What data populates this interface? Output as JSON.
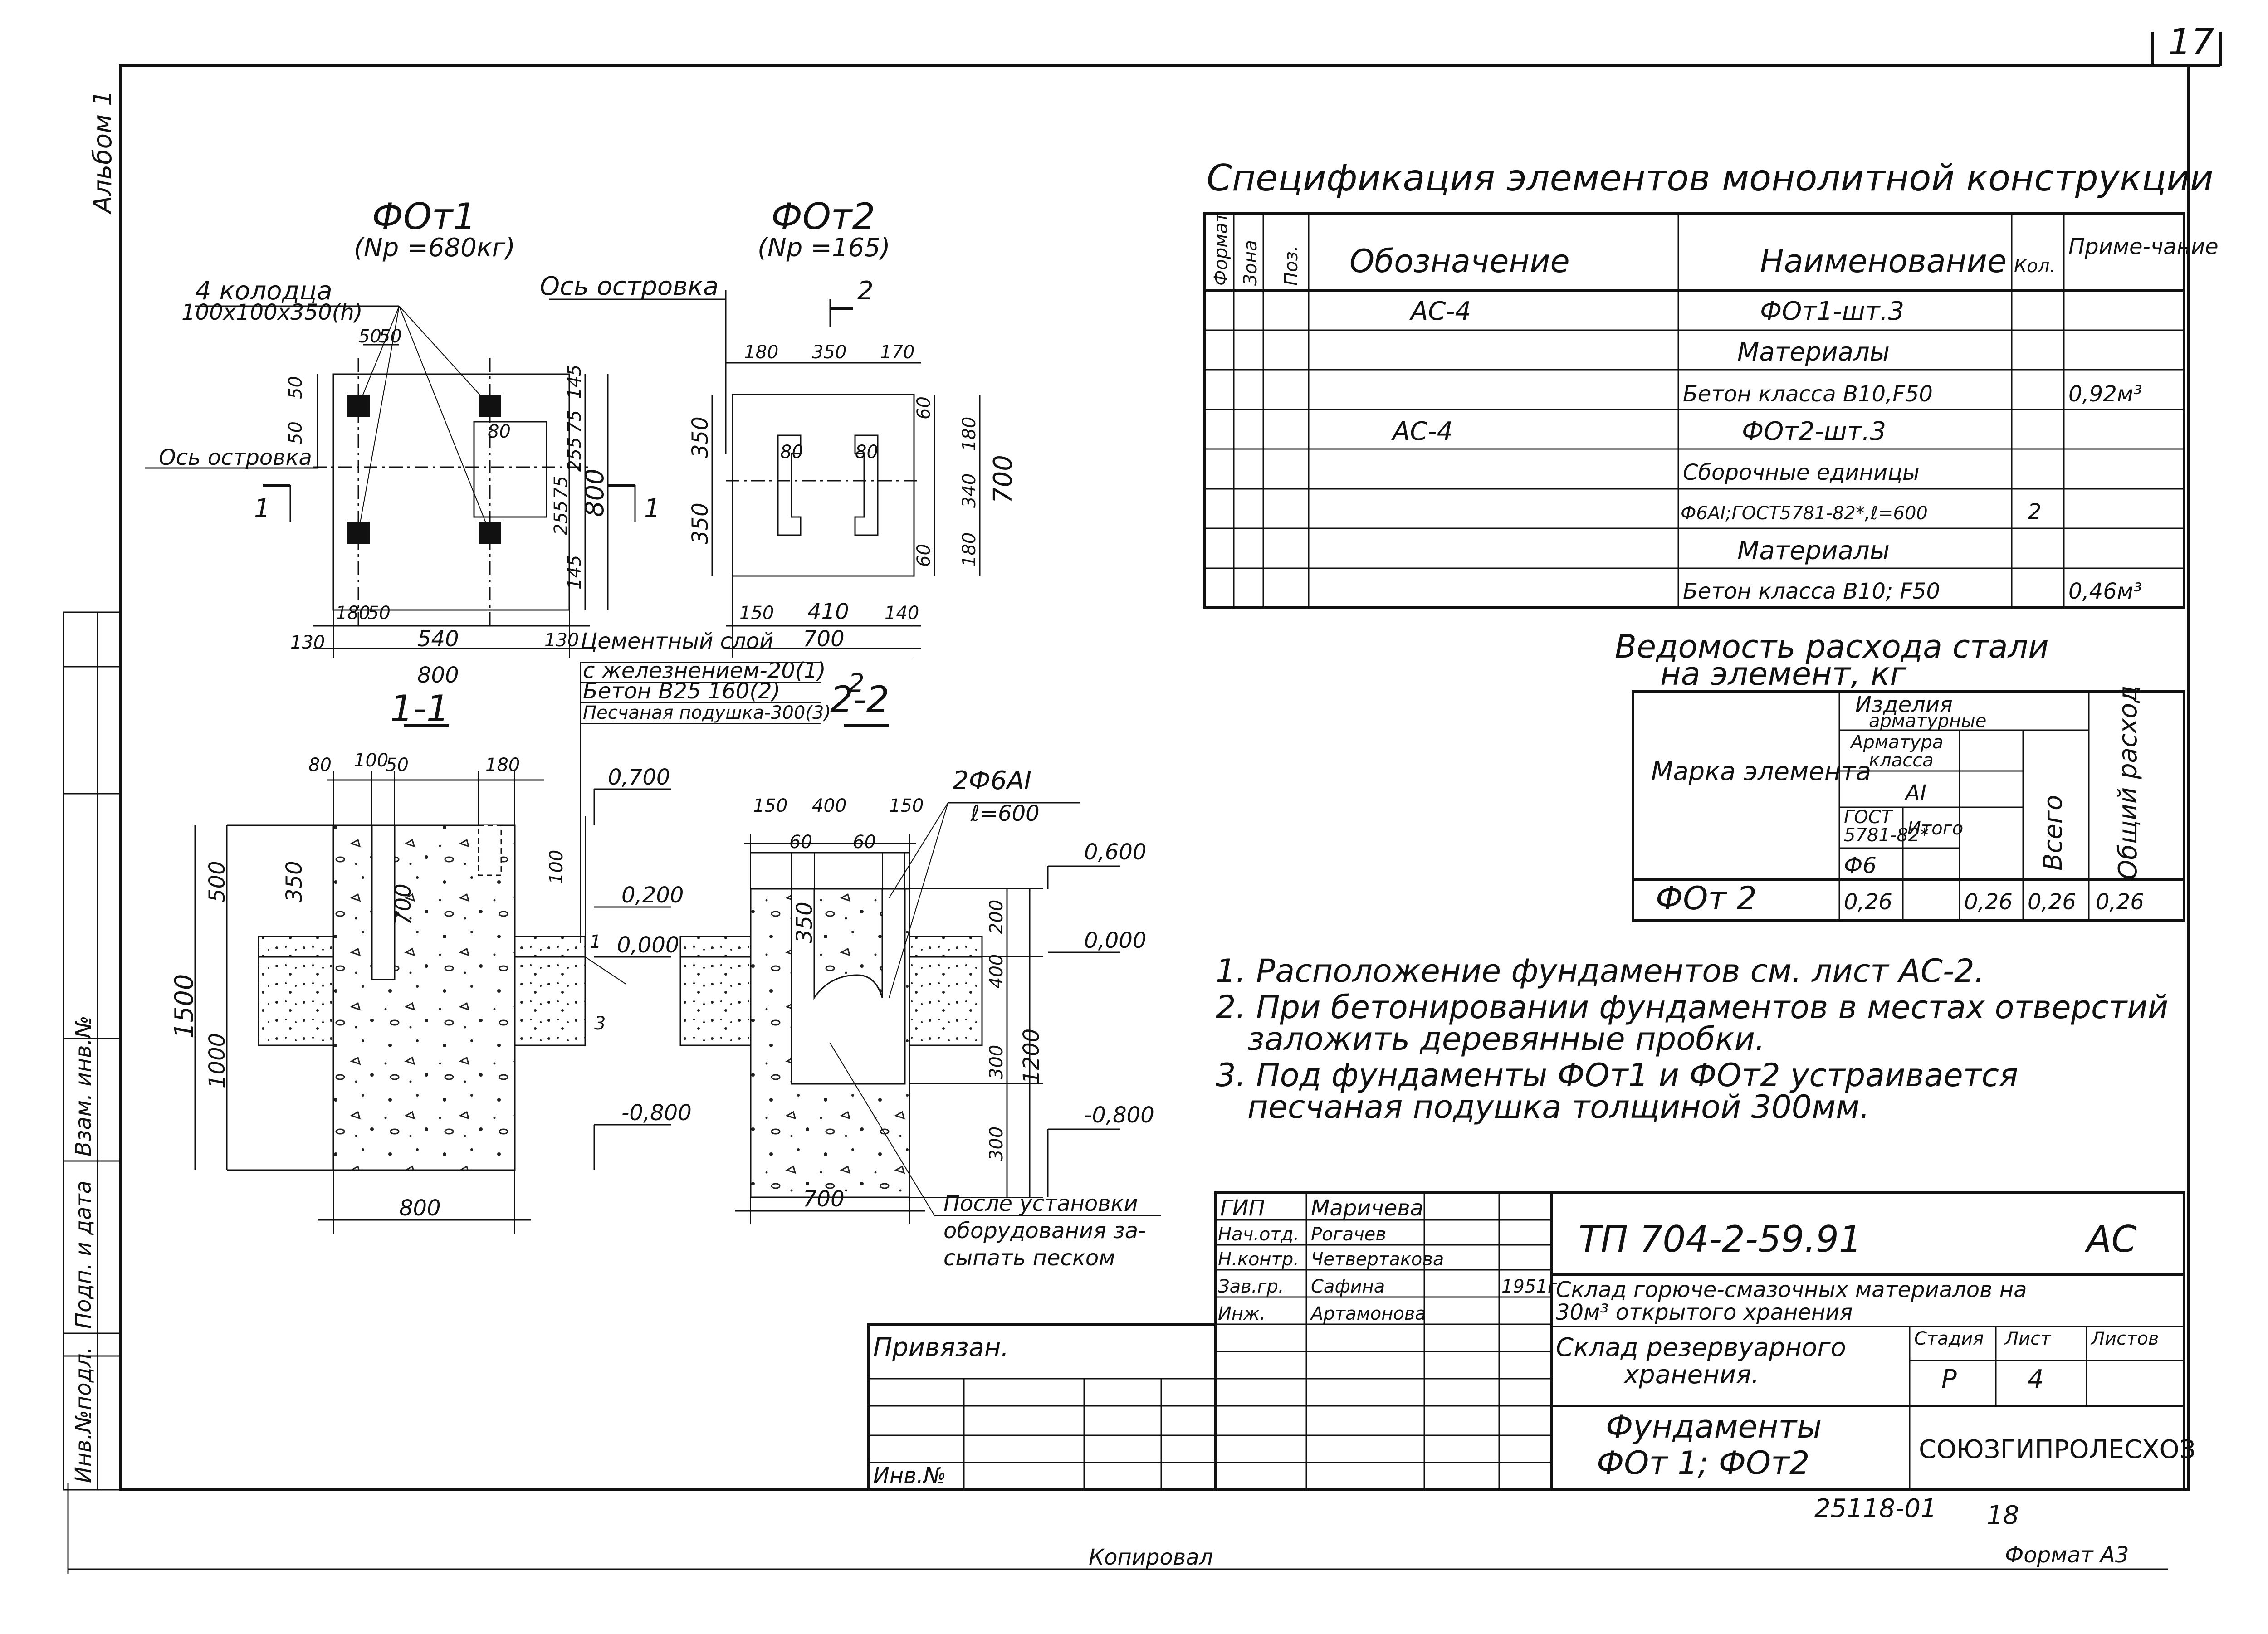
{
  "sheet": {
    "page_number": "17",
    "album_label": "Альбом 1",
    "copied_label": "Копировал",
    "format_label": "Формат А3",
    "doc_code": "25118-01",
    "doc_sheet_number": "18"
  },
  "left_stamp": {
    "cells": [
      "Инв.№подл.",
      "Подп. и дата",
      "Взам. инв.№"
    ]
  },
  "plan1": {
    "title": "ФОт1",
    "subtitle": "(Np =680кг)",
    "wells_label": "4 колодца",
    "wells_size": "100x100x350(h)",
    "axis_label": "Ось островка",
    "section_mark": "1",
    "dims": {
      "top_a": "50",
      "top_b": "50",
      "left_a": "50",
      "left_b": "50",
      "right_a": "145",
      "right_b": "75",
      "right_c": "255",
      "right_d": "255",
      "right_e": "75",
      "right_f": "145",
      "right_total": "800",
      "r80": "80",
      "bot_a": "130",
      "bot_b": "180",
      "bot_c": "50",
      "bot_d": "540",
      "bot_e": "130",
      "bot_total": "800"
    }
  },
  "plan2": {
    "title": "ФОт2",
    "subtitle": "(Np =165)",
    "axis_label": "Ось островка",
    "section_mark": "2",
    "dims": {
      "top_a": "180",
      "top_b": "350",
      "top_c": "170",
      "left_a": "350",
      "left_b": "350",
      "in_a": "80",
      "in_b": "80",
      "right_a": "60",
      "right_b": "180",
      "right_c": "340",
      "right_d": "180",
      "right_e": "60",
      "right_total": "700",
      "bot_a": "150",
      "bot_b": "410",
      "bot_c": "140",
      "bot_total": "700"
    }
  },
  "layers": {
    "line1": "Цементный слой",
    "line2": "с железнением-20(1)",
    "line3": "Бетон В25   160(2)",
    "line4": "Песчаная подушка-300(3)",
    "n1": "1",
    "n2": "2",
    "n3": "3"
  },
  "section11": {
    "title": "1-1",
    "d_top": [
      "80",
      "100",
      "50",
      "180"
    ],
    "d_350": "350",
    "d_700": "700",
    "d_100": "100",
    "d_500": "500",
    "d_1000": "1000",
    "d_1500": "1500",
    "d_bottom": "800",
    "lev_0700": "0,700",
    "lev_0200": "0,200",
    "lev_0000": "0,000",
    "lev_m0800": "-0,800"
  },
  "section22": {
    "title": "2-2",
    "d_top": [
      "150",
      "400",
      "150"
    ],
    "d_inner": [
      "60",
      "60"
    ],
    "d_350": "350",
    "d_right": [
      "200",
      "400",
      "300",
      "300"
    ],
    "d_1200": "1200",
    "d_bottom": "700",
    "rebar_label": "2Ф6АI",
    "rebar_len": "ℓ=600",
    "lev_0600": "0,600",
    "lev_0000": "0,000",
    "lev_m0800": "-0,800",
    "note_line1": "После установки",
    "note_line2": "оборудования за-",
    "note_line3": "сыпать песком"
  },
  "spec": {
    "title": "Спецификация элементов монолитной конструкции",
    "headers": [
      "Формат",
      "Зона",
      "Поз.",
      "Обозначение",
      "Наименование",
      "Кол.",
      "Приме-чание"
    ],
    "rows": [
      {
        "designation": "АС-4",
        "name": "ФОт1-шт.3",
        "qty": "",
        "note": ""
      },
      {
        "designation": "",
        "name": "Материалы",
        "qty": "",
        "note": ""
      },
      {
        "designation": "",
        "name": "Бетон класса В10,F50",
        "qty": "",
        "note": "0,92м³"
      },
      {
        "designation": "АС-4",
        "name": "ФОт2-шт.3",
        "qty": "",
        "note": ""
      },
      {
        "designation": "",
        "name": "Сборочные единицы",
        "qty": "",
        "note": ""
      },
      {
        "designation": "",
        "name": "Ф6АI;ГОСТ5781-82*,ℓ=600",
        "qty": "2",
        "note": ""
      },
      {
        "designation": "",
        "name": "Материалы",
        "qty": "",
        "note": ""
      },
      {
        "designation": "",
        "name": "Бетон класса В10; F50",
        "qty": "",
        "note": "0,46м³"
      }
    ]
  },
  "steel": {
    "title_line1": "Ведомость расхода стали",
    "title_line2": "на элемент, кг",
    "h_mark": "Марка элемента",
    "h_products1": "Изделия",
    "h_products2": "арматурные",
    "h_rebar1": "Арматура",
    "h_rebar2": "класса",
    "h_class": "АI",
    "h_gost1": "ГОСТ",
    "h_gost2": "5781-82*",
    "h_itogo": "Итого",
    "h_phi": "Ф6",
    "h_total": "Всего",
    "h_overall": "Общий расход",
    "row": {
      "mark": "ФОт 2",
      "phi6": "0,26",
      "itogo": "0,26",
      "total": "0,26",
      "overall": "0,26"
    }
  },
  "notes": [
    "1. Расположение фундаментов см. лист АС-2.",
    "2. При бетонировании фундаментов в местах отверстий",
    "заложить деревянные пробки.",
    "3. Под фундаменты ФОт1 и ФОт2 устраивается",
    "песчаная подушка толщиной 300мм."
  ],
  "titleblock": {
    "roles": [
      "ГИП",
      "Нач.отд.",
      "Н.контр.",
      "Зав.гр.",
      "Инж."
    ],
    "names": [
      "Маричева",
      "Рогачев",
      "Четвертакова",
      "Сафина",
      "Артамонова"
    ],
    "date": "1951г",
    "code": "ТП   704-2-59.91",
    "mark": "АС",
    "project_line1": "Склад горюче-смазочных материалов на",
    "project_line2": "30м³ открытого хранения",
    "object_line1": "Склад резервуарного",
    "object_line2": "хранения.",
    "h_stage": "Стадия",
    "h_sheet": "Лист",
    "h_sheets": "Листов",
    "stage": "Р",
    "sheet": "4",
    "sheets": "",
    "drawing_line1": "Фундаменты",
    "drawing_line2": "ФОт 1; ФОт2",
    "org": "СОЮЗГИПРОЛЕСХОЗ",
    "privyazan": "Привязан.",
    "inv_no": "Инв.№"
  }
}
